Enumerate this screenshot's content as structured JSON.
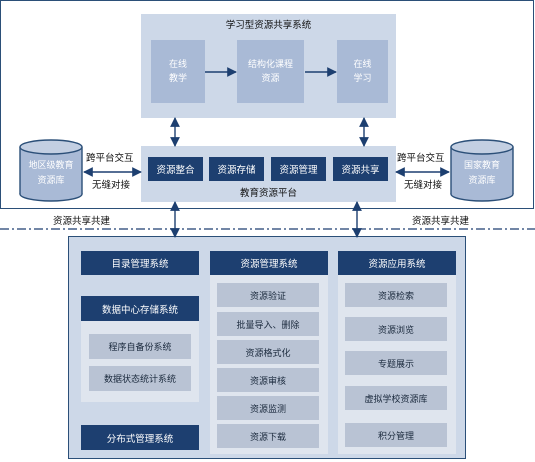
{
  "top_system": {
    "title": "学习型资源共享系统",
    "boxes": [
      {
        "line1": "在线",
        "line2": "教学"
      },
      {
        "line1": "结构化课程",
        "line2": "资源"
      },
      {
        "line1": "在线",
        "line2": "学习"
      }
    ]
  },
  "platform": {
    "title": "教育资源平台",
    "modules": [
      "资源整合",
      "资源存储",
      "资源管理",
      "资源共享"
    ]
  },
  "left_db": {
    "line1": "地区级教育",
    "line2": "资源库"
  },
  "right_db": {
    "line1": "国家教育",
    "line2": "资源库"
  },
  "left_link": {
    "line1": "跨平台交互",
    "line2": "无缝对接"
  },
  "right_link": {
    "line1": "跨平台交互",
    "line2": "无缝对接"
  },
  "sharing_left": "资源共享共建",
  "sharing_right": "资源共享共建",
  "catalog": "目录管理系统",
  "data_center": {
    "title": "数据中心存储系统",
    "items": [
      "程序自备份系统",
      "数据状态统计系统"
    ]
  },
  "distributed": "分布式管理系统",
  "resource_mgmt": {
    "title": "资源管理系统",
    "items": [
      "资源验证",
      "批量导入、删除",
      "资源格式化",
      "资源审核",
      "资源监测",
      "资源下载"
    ]
  },
  "resource_app": {
    "title": "资源应用系统",
    "items": [
      "资源检索",
      "资源浏览",
      "专题展示",
      "虚拟学校资源库",
      "积分管理"
    ]
  },
  "colors": {
    "dark": "#1d3f70",
    "light": "#a9bad6",
    "panel": "#cdd8e8",
    "item": "#b9c3d4"
  }
}
